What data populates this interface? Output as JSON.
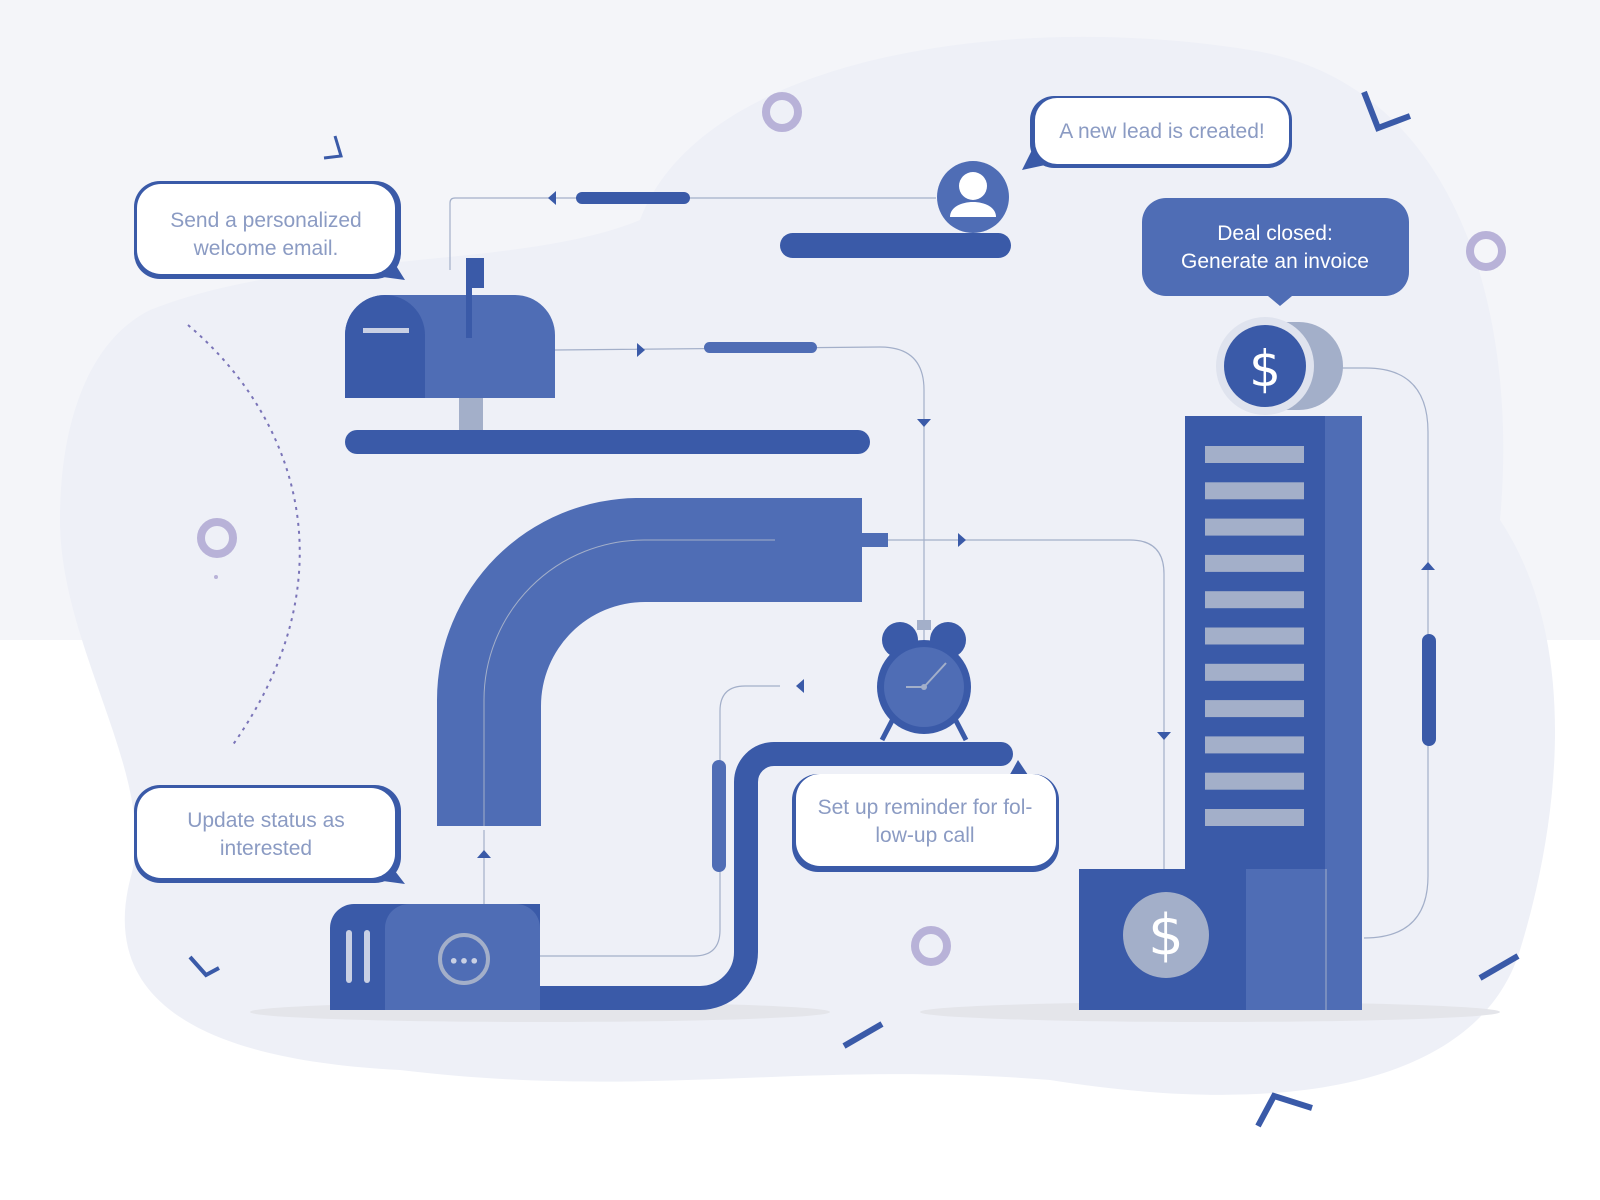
{
  "colors": {
    "primary": "#4f6db5",
    "dark": "#3a5aa8",
    "light": "#a3afc9",
    "bubble_text": "#8b9bc3",
    "ring": "#b8b2d8",
    "background_blob": "#eef0f7"
  },
  "steps": [
    {
      "text": "A new lead is created!",
      "icon": "user-icon"
    },
    {
      "line1": "Send a personalized",
      "line2": "welcome email.",
      "icon": "mailbox-icon"
    },
    {
      "line1": "Set up reminder for fol-",
      "line2": "low-up call",
      "icon": "alarm-clock-icon"
    },
    {
      "line1": "Update status as",
      "line2": "interested",
      "icon": "router-box-icon"
    },
    {
      "line1": "Deal closed:",
      "line2": "Generate an invoice",
      "icon": "dollar-coin-icon"
    }
  ],
  "icons": {
    "coin_symbol": "$",
    "building_symbol": "$",
    "router_dots": "•••"
  }
}
